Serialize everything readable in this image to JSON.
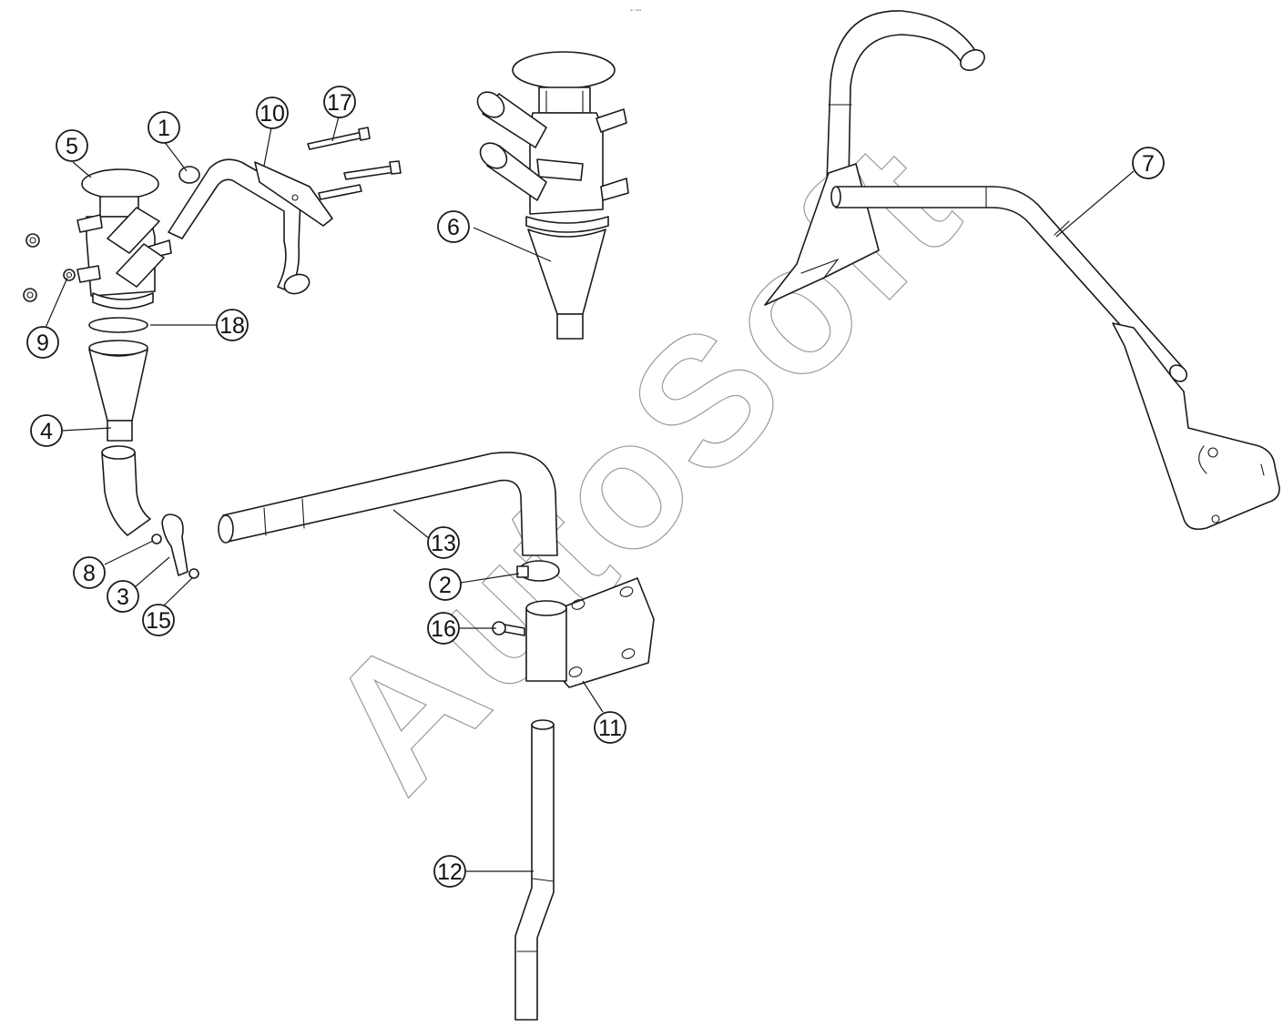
{
  "diagram": {
    "watermark": "AutoSoft",
    "top_marker": "▪▫ ▪▪▪",
    "callouts": [
      {
        "id": "1",
        "label": "1"
      },
      {
        "id": "2",
        "label": "2"
      },
      {
        "id": "3",
        "label": "3"
      },
      {
        "id": "4",
        "label": "4"
      },
      {
        "id": "5",
        "label": "5"
      },
      {
        "id": "6",
        "label": "6"
      },
      {
        "id": "7",
        "label": "7"
      },
      {
        "id": "8",
        "label": "8"
      },
      {
        "id": "9",
        "label": "9"
      },
      {
        "id": "10",
        "label": "10"
      },
      {
        "id": "11",
        "label": "11"
      },
      {
        "id": "12",
        "label": "12"
      },
      {
        "id": "13",
        "label": "13"
      },
      {
        "id": "15",
        "label": "15"
      },
      {
        "id": "16",
        "label": "16"
      },
      {
        "id": "17",
        "label": "17"
      },
      {
        "id": "18",
        "label": "18"
      }
    ]
  }
}
